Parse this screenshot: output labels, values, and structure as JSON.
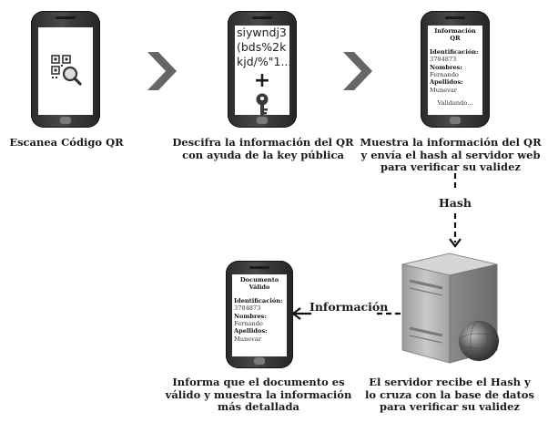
{
  "steps": {
    "scan": {
      "caption": "Escanea Código QR"
    },
    "decrypt": {
      "caption_line1": "Descifra la información del QR",
      "caption_line2": "con ayuda de la key pública",
      "cipher_lines": [
        "siywndj3",
        "(bds%2k",
        "kjd/%\"1..."
      ],
      "plus": "+"
    },
    "show_send": {
      "caption_lines": [
        "Muestra la información del QR",
        "y envía el hash al servidor web",
        "para verificar su validez"
      ],
      "screen": {
        "title_line1": "Información",
        "title_line2": "QR",
        "id_label": "Identificación:",
        "id_value": "3784873",
        "names_label": "Nombres:",
        "names_value": "Fernando",
        "surnames_label": "Apellidos:",
        "surnames_value": "Munevar",
        "status": "Validando..."
      }
    },
    "server": {
      "caption_lines": [
        "El servidor recibe el Hash y",
        "lo cruza con la base de datos",
        "para verificar su validez"
      ]
    },
    "result": {
      "caption_lines": [
        "Informa que el documento es",
        "válido y muestra la información",
        "más detallada"
      ],
      "screen": {
        "title_line1": "Documento",
        "title_line2": "Válido",
        "id_label": "Identificación:",
        "id_value": "3784873",
        "names_label": "Nombres:",
        "names_value": "Fernando",
        "surnames_label": "Apellidos:",
        "surnames_value": "Munevar"
      }
    }
  },
  "connectors": {
    "hash_label": "Hash",
    "info_label": "Información"
  },
  "colors": {
    "chevron": "#666666",
    "phone_body": "#333333",
    "key": "#3a3a3a",
    "server": "#b8b8b8"
  },
  "icons": [
    "qr-magnifier-icon",
    "key-icon",
    "chevron-right-icon",
    "server-icon",
    "globe-icon"
  ]
}
